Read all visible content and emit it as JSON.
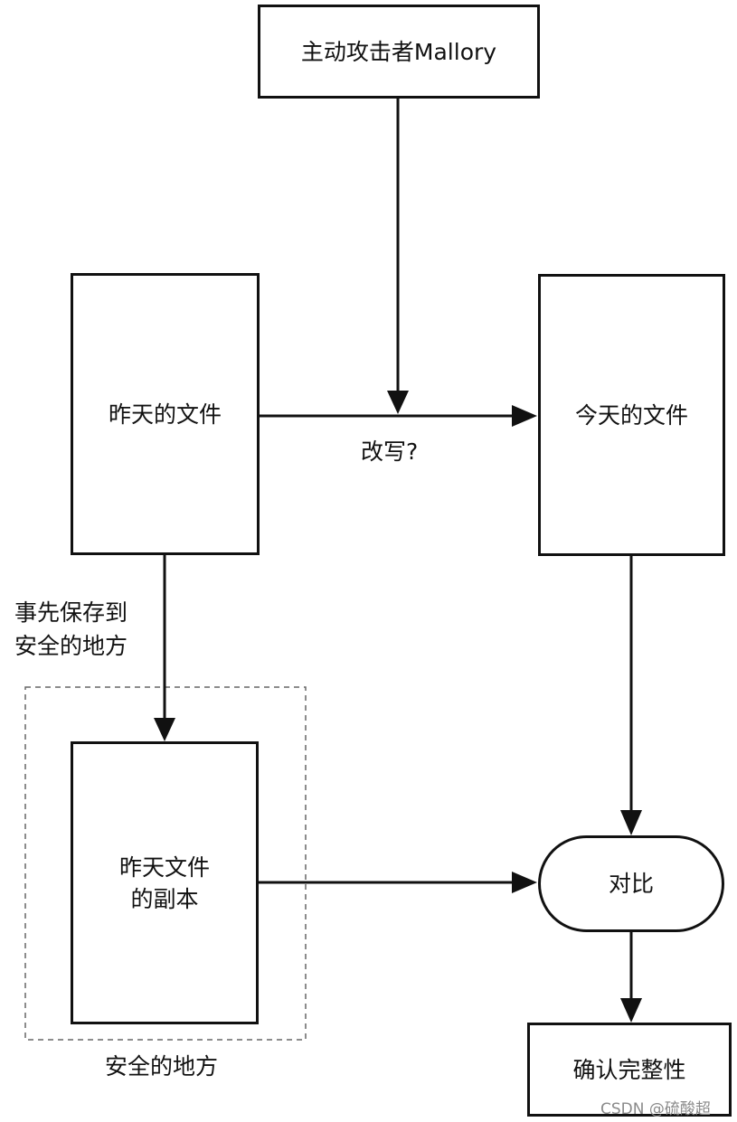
{
  "nodes": {
    "attacker": "主动攻击者Mallory",
    "yesterday_file": "昨天的文件",
    "today_file": "今天的文件",
    "copy_line1": "昨天文件",
    "copy_line2": "的副本",
    "compare": "对比",
    "confirm": "确认完整性"
  },
  "edge_labels": {
    "rewrite": "改写?",
    "save_line1": "事先保存到",
    "save_line2": "安全的地方"
  },
  "region_label": "安全的地方",
  "watermark": "CSDN @硫酸超"
}
